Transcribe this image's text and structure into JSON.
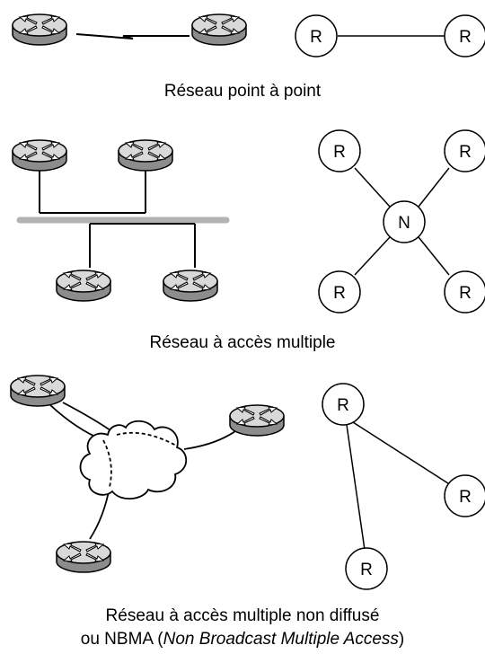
{
  "sections": [
    {
      "caption": "Réseau point à point"
    },
    {
      "caption": "Réseau à accès multiple"
    },
    {
      "caption_line1": "Réseau à accès multiple non diffusé",
      "caption_line2_prefix": "ou NBMA (",
      "caption_line2_italic": "Non Broadcast Multiple Access",
      "caption_line2_suffix": ")"
    }
  ],
  "labels": {
    "router": "R",
    "network": "N"
  },
  "colors": {
    "router_top": "#d9d9d9",
    "router_side": "#8c8c8c",
    "bus": "#b3b3b3"
  }
}
